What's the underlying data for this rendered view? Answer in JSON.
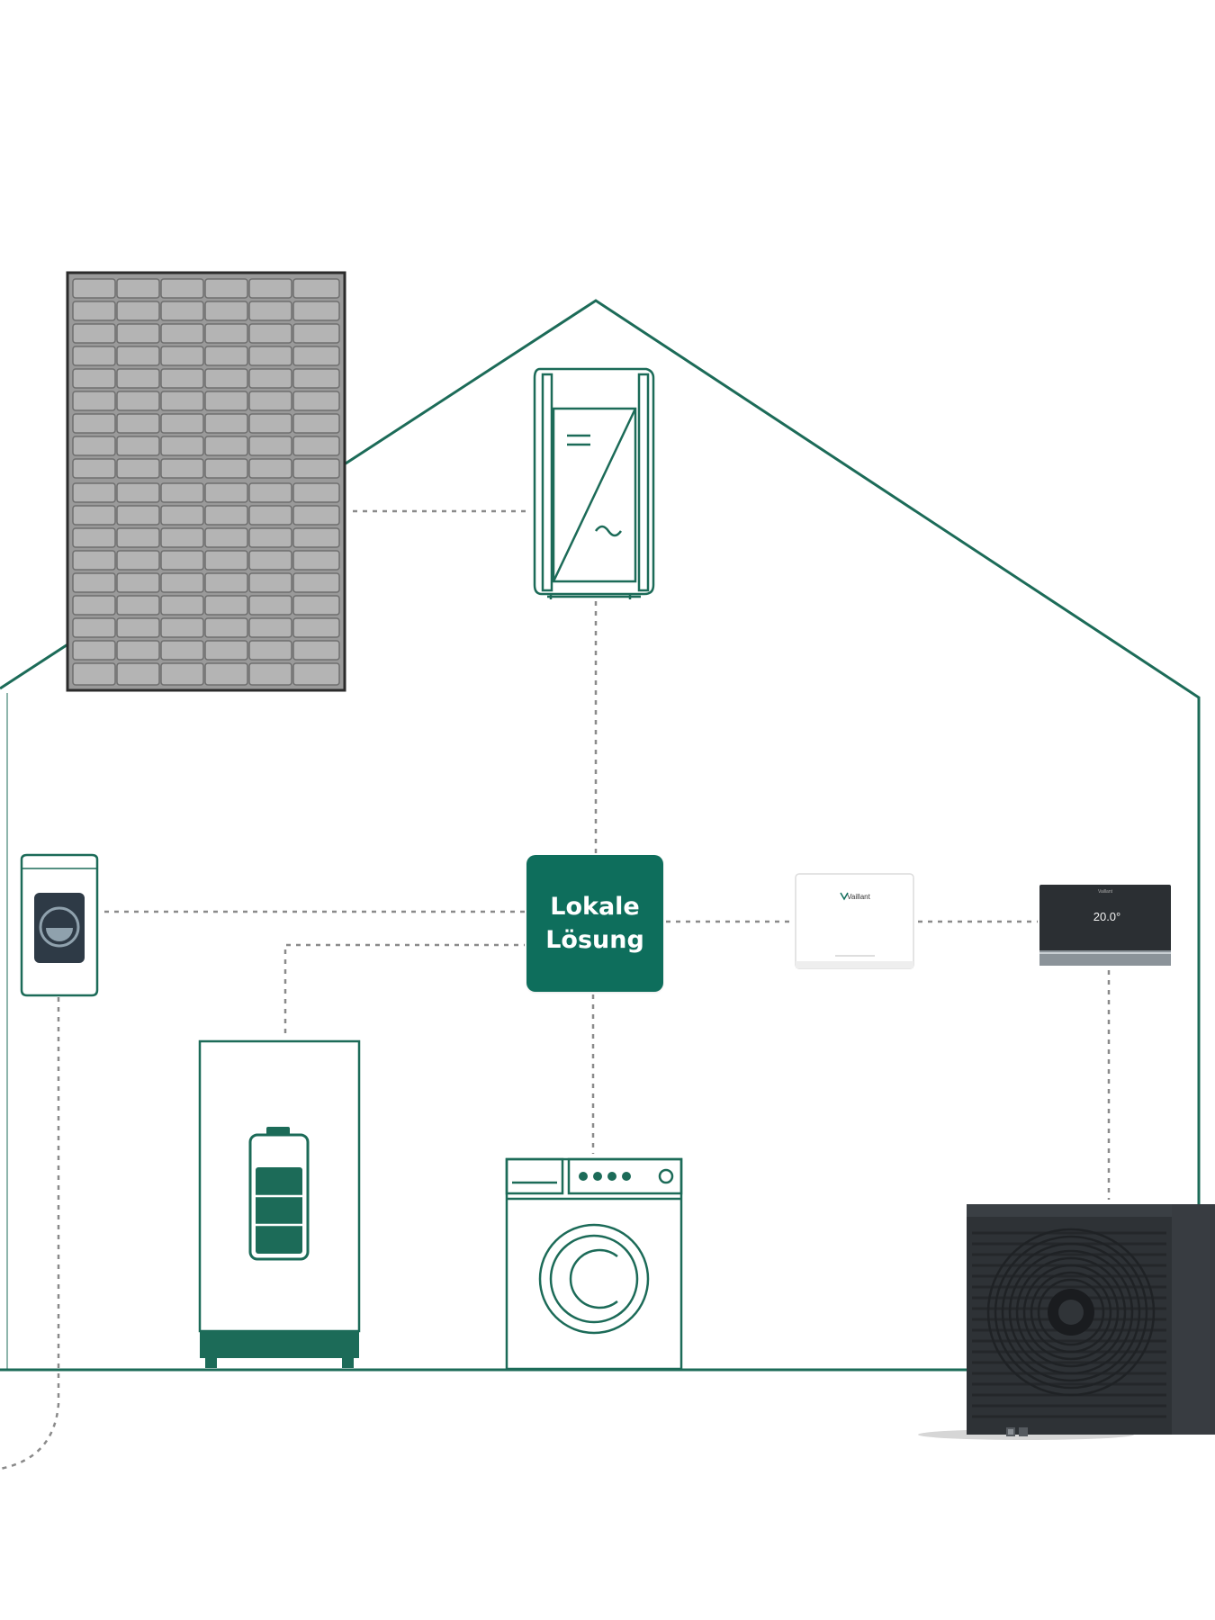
{
  "hub": {
    "line1": "Lokale",
    "line2": "Lösung"
  },
  "thermostat": {
    "temperature": "20.0°",
    "brand": "Vaillant"
  },
  "gateway": {
    "brand": "Vaillant"
  },
  "inverter": {
    "dc_symbol": "=",
    "ac_symbol": "~"
  },
  "colors": {
    "accent": "#0e6e5c",
    "line": "#1c6b58",
    "dotted": "#8a8a8a"
  },
  "icons": [
    "solar-panel-icon",
    "inverter-icon",
    "wallbox-icon",
    "battery-storage-icon",
    "washing-machine-icon",
    "smart-gateway-icon",
    "thermostat-icon",
    "heat-pump-icon"
  ]
}
